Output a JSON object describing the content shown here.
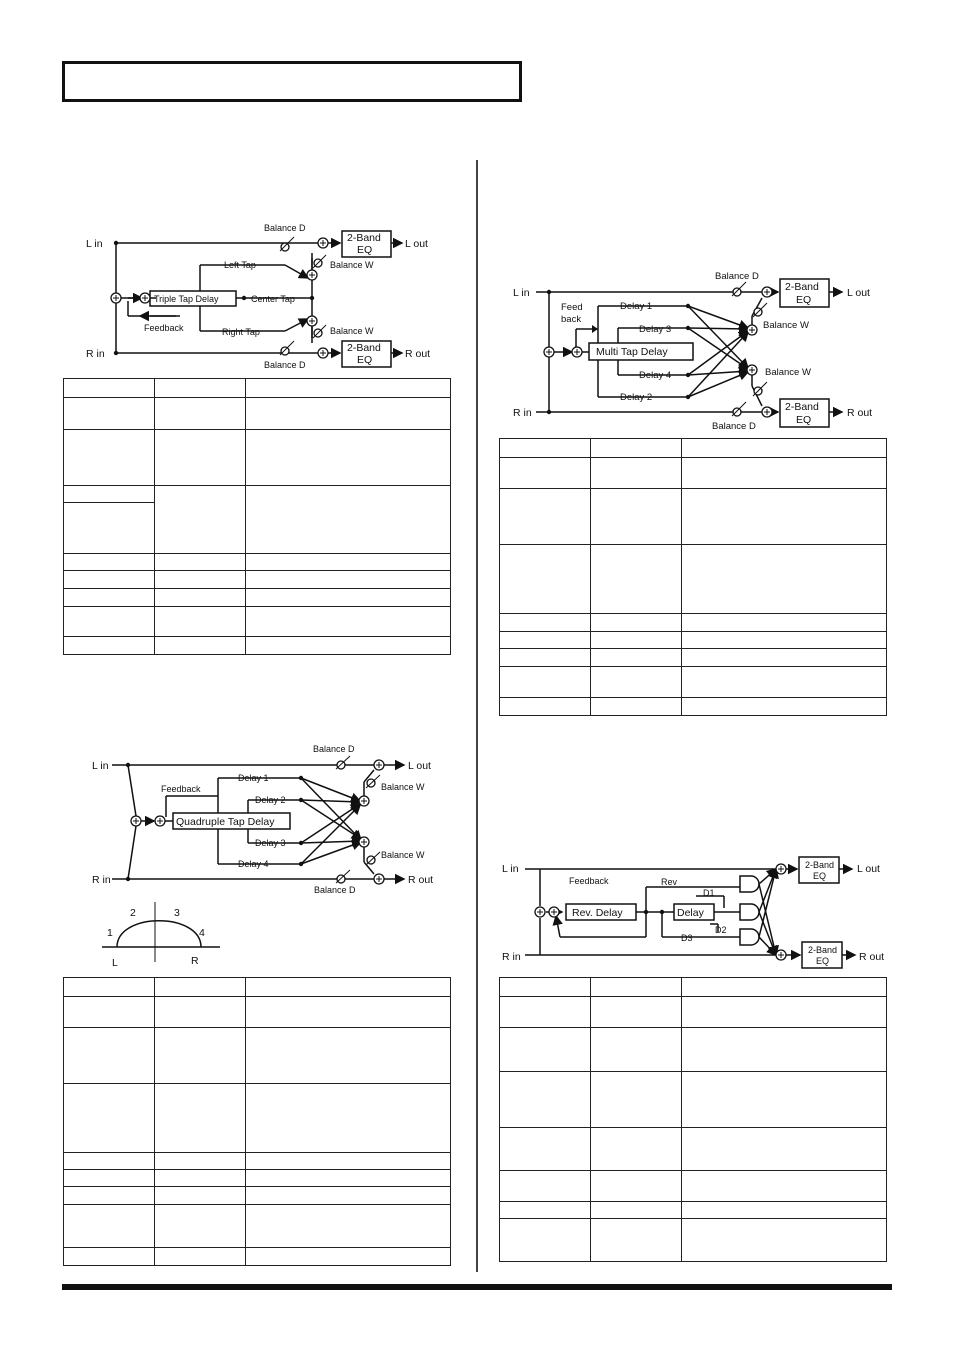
{
  "page": {
    "header_title": ""
  },
  "diagram1": {
    "l_in": "L in",
    "r_in": "R in",
    "l_out": "L out",
    "r_out": "R out",
    "balance_d_top": "Balance D",
    "balance_w_top": "Balance W",
    "balance_w_bottom": "Balance W",
    "balance_d_bottom": "Balance D",
    "eq_top_line1": "2-Band",
    "eq_top_line2": "EQ",
    "eq_bottom_line1": "2-Band",
    "eq_bottom_line2": "EQ",
    "left_tap": "Left Tap",
    "right_tap": "Right Tap",
    "center_tap": "Center Tap",
    "block": "Triple Tap Delay",
    "feedback": "Feedback"
  },
  "diagram2": {
    "l_in": "L in",
    "r_in": "R in",
    "l_out": "L out",
    "r_out": "R out",
    "balance_d_top": "Balance D",
    "balance_w_top": "Balance W",
    "balance_w_bottom": "Balance W",
    "balance_d_bottom": "Balance D",
    "feedback": "Feedback",
    "block": "Quadruple Tap Delay",
    "delay1": "Delay 1",
    "delay2": "Delay 2",
    "delay3": "Delay 3",
    "delay4": "Delay 4",
    "pan_1": "1",
    "pan_2": "2",
    "pan_3": "3",
    "pan_4": "4",
    "pan_l": "L",
    "pan_r": "R"
  },
  "diagram3": {
    "l_in": "L in",
    "r_in": "R in",
    "l_out": "L out",
    "r_out": "R out",
    "balance_d_top": "Balance D",
    "balance_w_top": "Balance W",
    "balance_w_bottom": "Balance W",
    "balance_d_bottom": "Balance D",
    "eq_top_line1": "2-Band",
    "eq_top_line2": "EQ",
    "eq_bottom_line1": "2-Band",
    "eq_bottom_line2": "EQ",
    "feed": "Feed",
    "back": "back",
    "block": "Multi Tap Delay",
    "delay1": "Delay 1",
    "delay3": "Delay 3",
    "delay4": "Delay 4",
    "delay2": "Delay 2"
  },
  "diagram4": {
    "l_in": "L in",
    "r_in": "R in",
    "l_out": "L out",
    "r_out": "R out",
    "feedback": "Feedback",
    "rev": "Rev",
    "rev_delay": "Rev. Delay",
    "delay": "Delay",
    "d1": "D1",
    "d2": "D2",
    "d3": "D3",
    "eq_top_line1": "2-Band",
    "eq_top_line2": "EQ",
    "eq_bottom_line1": "2-Band",
    "eq_bottom_line2": "EQ"
  }
}
